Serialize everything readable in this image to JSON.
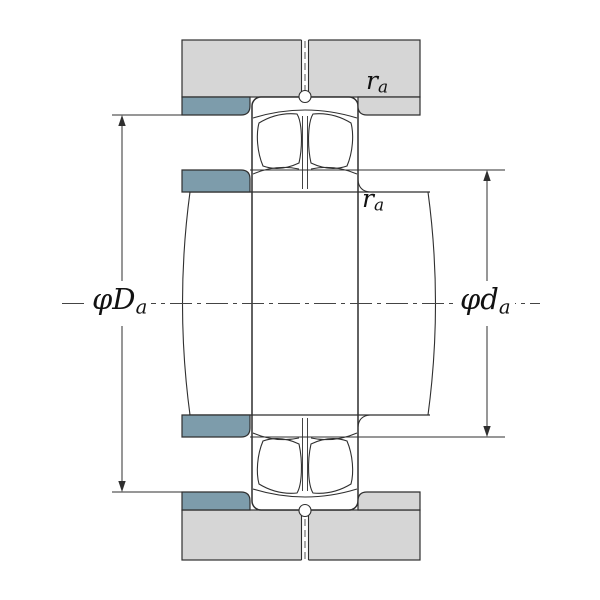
{
  "diagram": {
    "type": "bearing-mounting-cross-section",
    "labels": {
      "housing_abutment_diameter": {
        "symbol": "φD",
        "sub": "a"
      },
      "shaft_abutment_diameter": {
        "symbol": "φd",
        "sub": "a"
      },
      "housing_fillet_radius": {
        "symbol": "r",
        "sub": "a"
      },
      "shaft_fillet_radius": {
        "symbol": "r",
        "sub": "a"
      }
    },
    "colors": {
      "background": "#ffffff",
      "housing_fill": "#d6d6d6",
      "shoulder_fill": "#7d9cab",
      "line": "#2f2f2f"
    }
  }
}
